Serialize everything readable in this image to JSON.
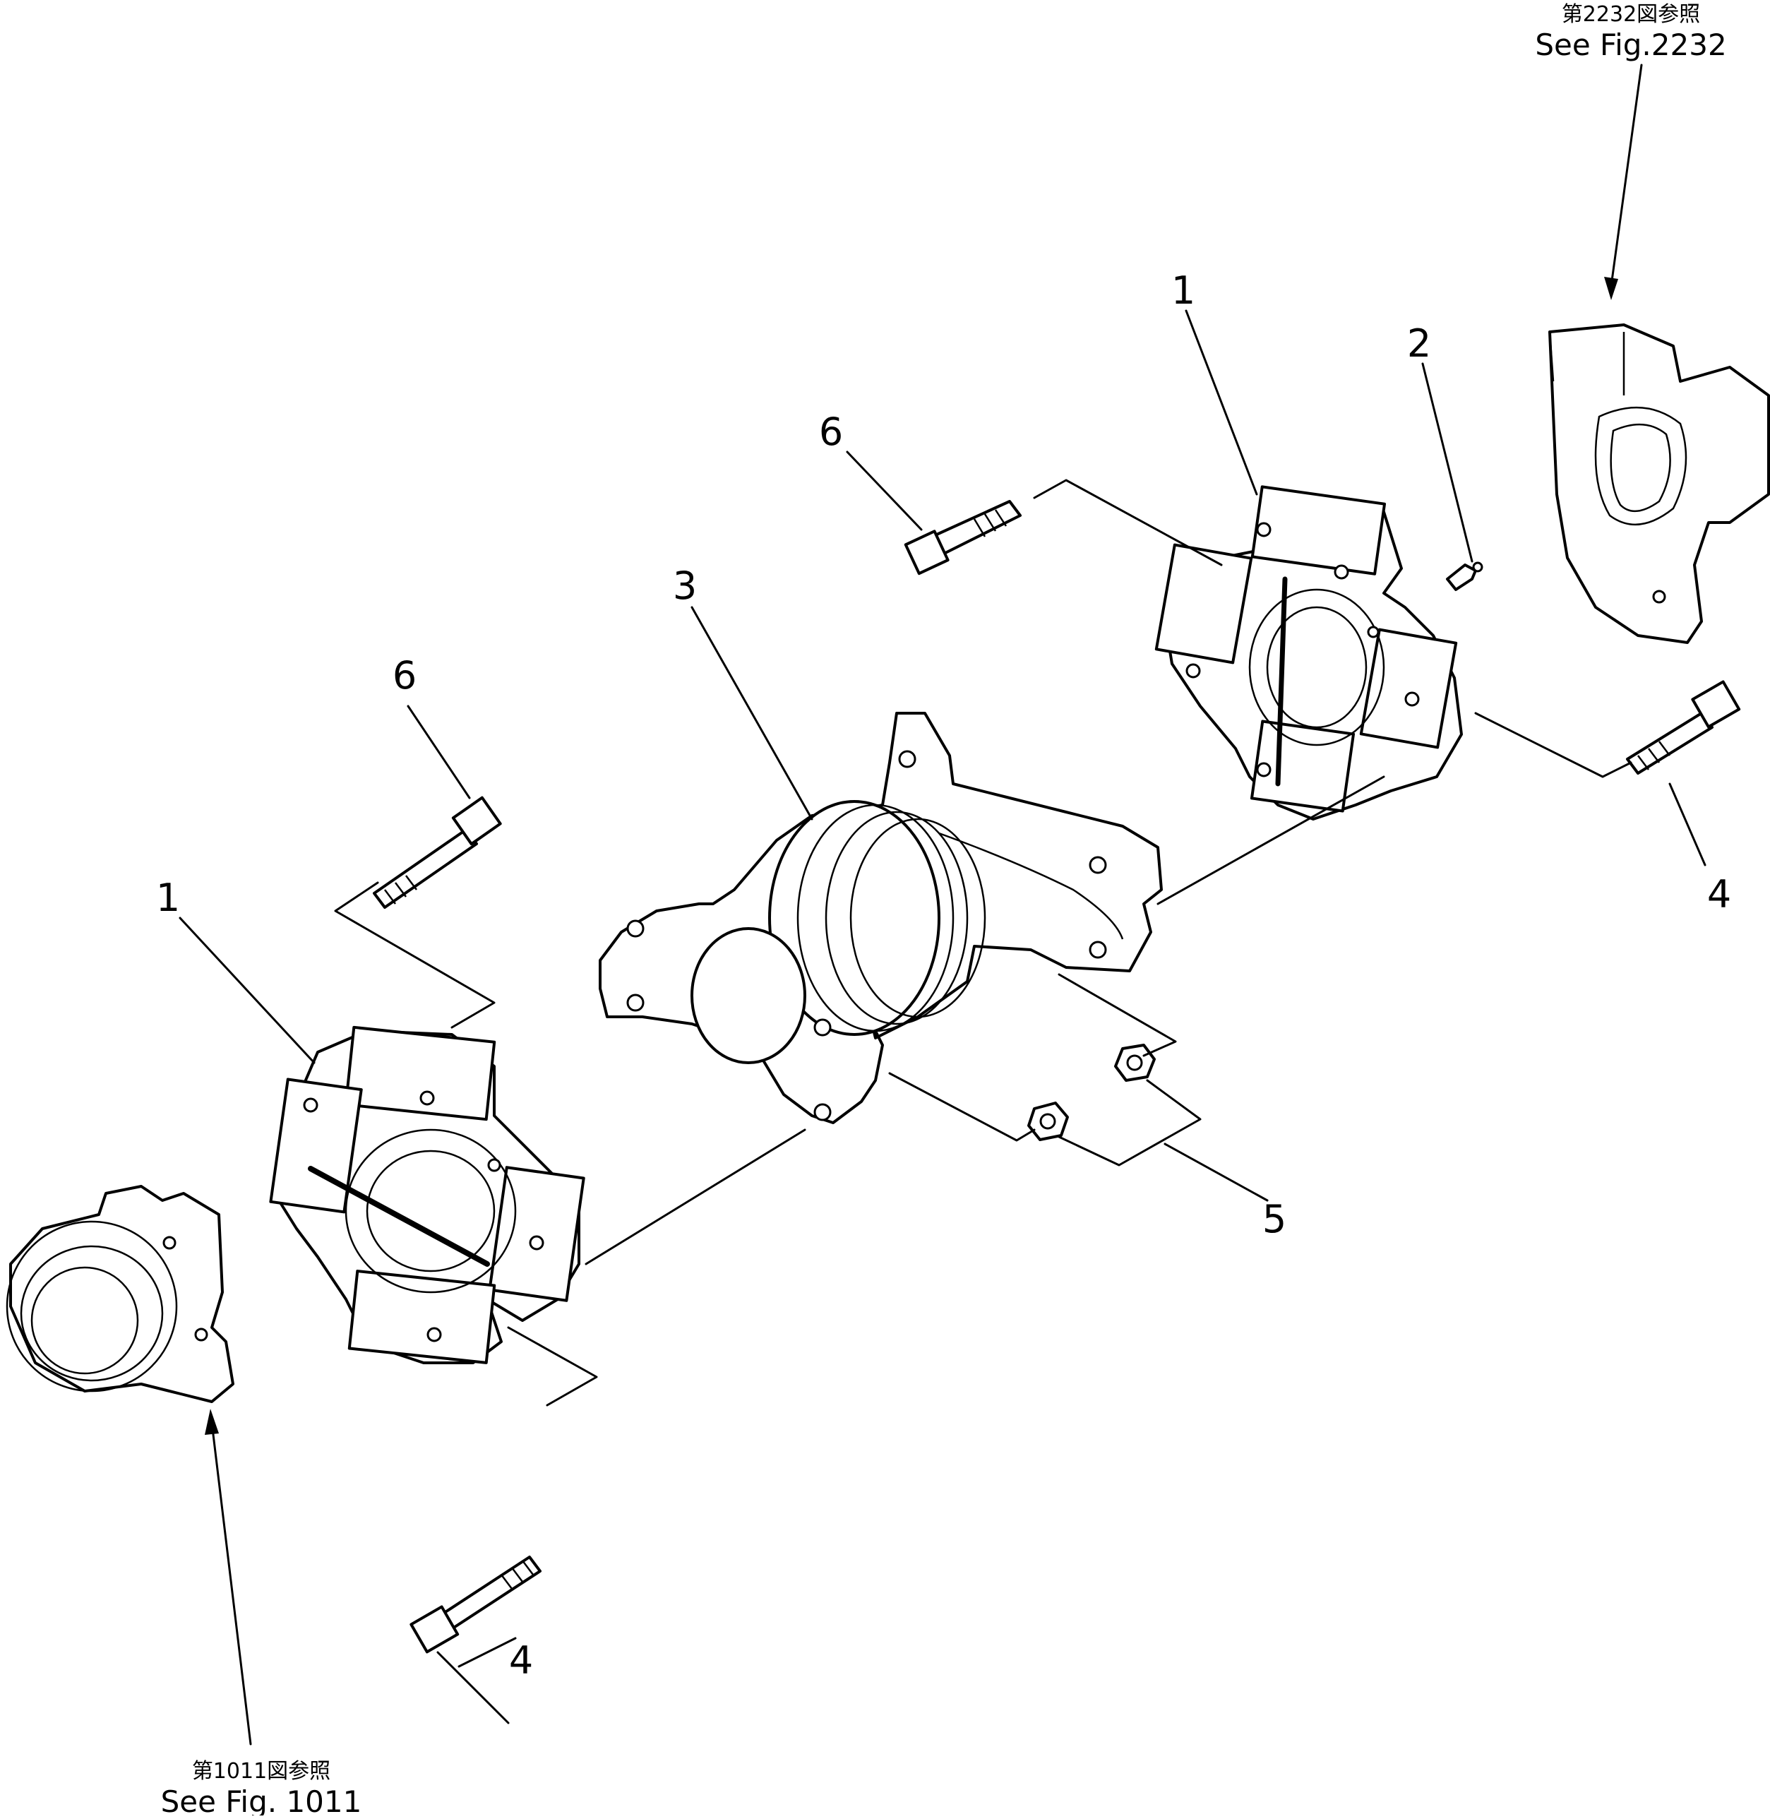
{
  "figure": {
    "refs": [
      {
        "id": "ref-top",
        "jp": "第2232図参照",
        "en": "See Fig.2232"
      },
      {
        "id": "ref-bottom",
        "jp": "第1011図参照",
        "en": "See Fig. 1011"
      }
    ],
    "callouts": [
      "1",
      "2",
      "6",
      "3",
      "6",
      "1",
      "4",
      "5",
      "4"
    ]
  }
}
